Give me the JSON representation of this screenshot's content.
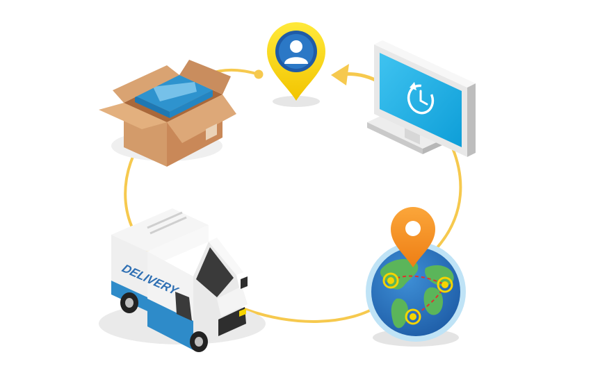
{
  "diagram": {
    "type": "cycle",
    "nodes": [
      {
        "id": "customer",
        "icon": "user-location-pin-icon",
        "color": "#F5D400"
      },
      {
        "id": "computer",
        "icon": "monitor-clock-icon",
        "color": "#1AA9E0"
      },
      {
        "id": "tracking",
        "icon": "globe-location-pin-icon",
        "color": "#F7941D"
      },
      {
        "id": "van",
        "icon": "delivery-van-icon",
        "color": "#2E8BC9"
      },
      {
        "id": "package",
        "icon": "open-box-icon",
        "color": "#C98B5A"
      }
    ],
    "flow_color": "#F6C94E"
  },
  "van": {
    "side_label": "DELIVERY"
  }
}
